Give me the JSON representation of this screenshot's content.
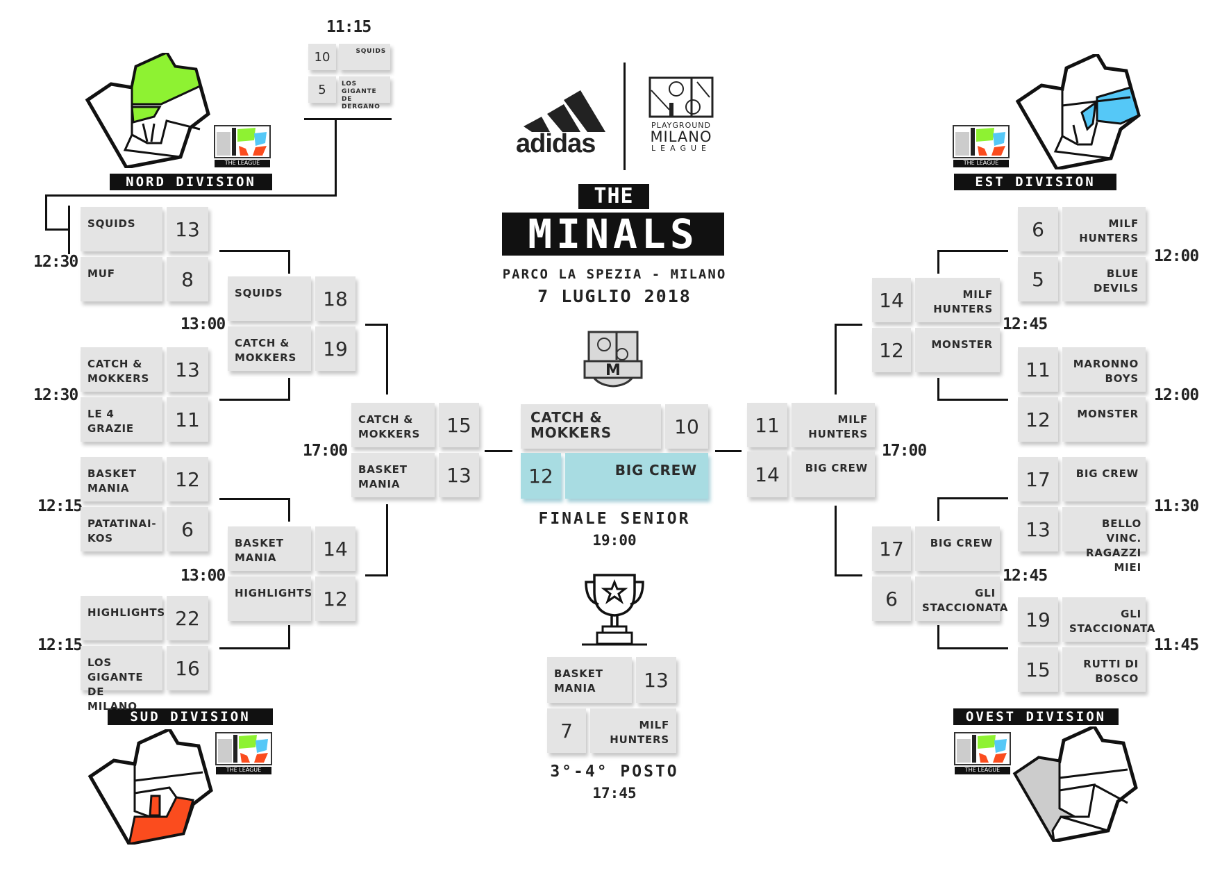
{
  "header": {
    "sponsor": "adidas",
    "league_line1": "PLAYGROUND",
    "league_line2": "MILANO",
    "league_line3": "LEAGUE",
    "title_the": "THE",
    "title_main": "MINALS",
    "venue": "PARCO LA SPEZIA - MILANO",
    "date": "7 LUGLIO 2018"
  },
  "colors": {
    "nord": "#8ef232",
    "est": "#55c8f7",
    "sud": "#fb4c1e",
    "ovest": "#cccccc",
    "final_highlight": "#a8dce2",
    "box": "#e4e4e4"
  },
  "divisions": {
    "nord": "NORD DIVISION",
    "est": "EST DIVISION",
    "sud": "SUD DIVISION",
    "ovest": "OVEST DIVISION",
    "badge": "THE LEAGUE"
  },
  "playin": {
    "time": "11:15",
    "teams": [
      {
        "name": "SQUIDS",
        "score": "10"
      },
      {
        "name": "LOS GIGANTE DE DERGANO",
        "score": "5"
      }
    ]
  },
  "left_r1": [
    {
      "time": "12:30",
      "teams": [
        {
          "name": "SQUIDS",
          "score": "13"
        },
        {
          "name": "MUF",
          "score": "8"
        }
      ]
    },
    {
      "time": "12:30",
      "teams": [
        {
          "name": "CATCH & MOKKERS",
          "score": "13"
        },
        {
          "name": "LE 4 GRAZIE",
          "score": "11"
        }
      ]
    },
    {
      "time": "12:15",
      "teams": [
        {
          "name": "BASKET MANIA",
          "score": "12"
        },
        {
          "name": "PATATINAI-KOS",
          "score": "6"
        }
      ]
    },
    {
      "time": "12:15",
      "teams": [
        {
          "name": "HIGHLIGHTS",
          "score": "22"
        },
        {
          "name": "LOS GIGANTE DE MILANO",
          "score": "16"
        }
      ]
    }
  ],
  "left_r2": [
    {
      "time": "13:00",
      "teams": [
        {
          "name": "SQUIDS",
          "score": "18"
        },
        {
          "name": "CATCH & MOKKERS",
          "score": "19"
        }
      ]
    },
    {
      "time": "13:00",
      "teams": [
        {
          "name": "BASKET MANIA",
          "score": "14"
        },
        {
          "name": "HIGHLIGHTS",
          "score": "12"
        }
      ]
    }
  ],
  "left_sf": {
    "time": "17:00",
    "teams": [
      {
        "name": "CATCH & MOKKERS",
        "score": "15"
      },
      {
        "name": "BASKET MANIA",
        "score": "13"
      }
    ]
  },
  "final": {
    "label": "FINALE SENIOR",
    "time": "19:00",
    "teams": [
      {
        "name": "CATCH & MOKKERS",
        "score": "10"
      },
      {
        "name": "BIG CREW",
        "score": "12"
      }
    ]
  },
  "right_sf": {
    "time": "17:00",
    "teams": [
      {
        "name": "MILF HUNTERS",
        "score": "11"
      },
      {
        "name": "BIG CREW",
        "score": "14"
      }
    ]
  },
  "right_r2": [
    {
      "time": "12:45",
      "teams": [
        {
          "name": "MILF HUNTERS",
          "score": "14"
        },
        {
          "name": "MONSTER",
          "score": "12"
        }
      ]
    },
    {
      "time": "12:45",
      "teams": [
        {
          "name": "BIG CREW",
          "score": "17"
        },
        {
          "name": "GLI STACCIONATA",
          "score": "6"
        }
      ]
    }
  ],
  "right_r1": [
    {
      "time": "12:00",
      "teams": [
        {
          "name": "MILF HUNTERS",
          "score": "6"
        },
        {
          "name": "BLUE DEVILS",
          "score": "5"
        }
      ]
    },
    {
      "time": "12:00",
      "teams": [
        {
          "name": "MARONNO BOYS",
          "score": "11"
        },
        {
          "name": "MONSTER",
          "score": "12"
        }
      ]
    },
    {
      "time": "11:30",
      "teams": [
        {
          "name": "BIG CREW",
          "score": "17"
        },
        {
          "name": "BELLO VINC. RAGAZZI MIEI",
          "score": "13"
        }
      ]
    },
    {
      "time": "11:45",
      "teams": [
        {
          "name": "GLI STACCIONATA",
          "score": "19"
        },
        {
          "name": "RUTTI DI BOSCO",
          "score": "15"
        }
      ]
    }
  ],
  "third_place": {
    "label": "3°-4° POSTO",
    "time": "17:45",
    "teams": [
      {
        "name": "BASKET MANIA",
        "score": "13"
      },
      {
        "name": "MILF HUNTERS",
        "score": "7"
      }
    ]
  }
}
